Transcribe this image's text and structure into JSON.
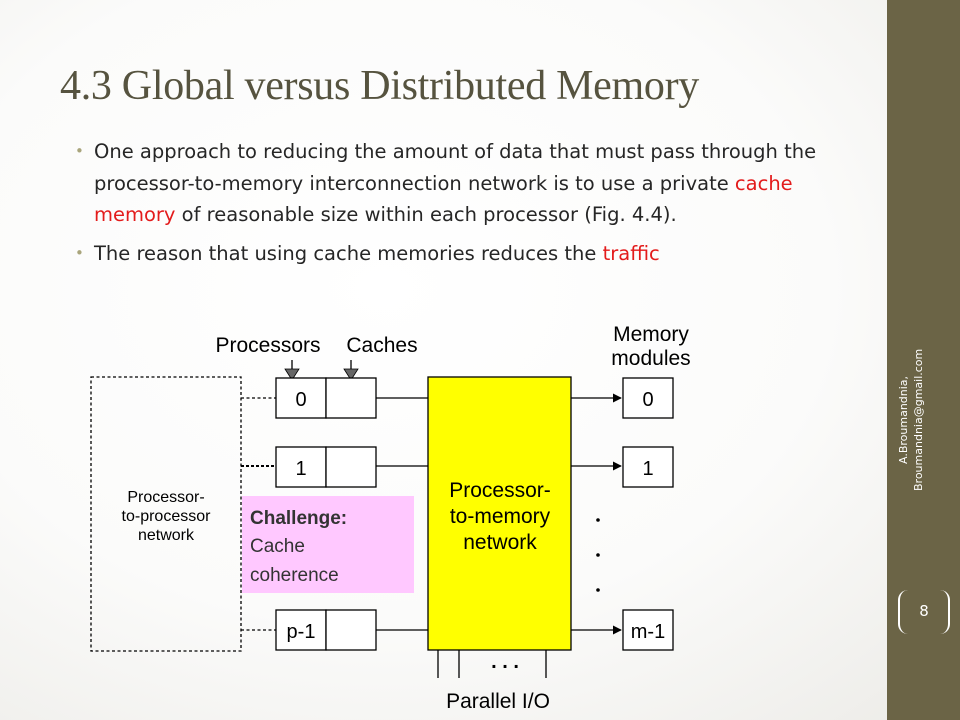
{
  "slide": {
    "title": "4.3  Global versus Distributed Memory",
    "bullets": [
      {
        "pre": "One approach to reducing the amount of data that must pass through the processor-to-memory  interconnection network is to use a private ",
        "highlight": "cache memory",
        "post": " of reasonable size within each processor  (Fig. 4.4)."
      },
      {
        "pre": "The reason that using cache memories reduces the ",
        "highlight": "traffic",
        "post": ""
      }
    ],
    "author_line1": "A.Broumandnia,",
    "author_line2": "Broumandnia@gmail.com",
    "page_number": "8"
  },
  "diagram": {
    "label_processors": "Processors",
    "label_caches": "Caches",
    "label_memory_line1": "Memory",
    "label_memory_line2": "modules",
    "p2p_line1": "Processor-",
    "p2p_line2": "to-processor",
    "p2p_line3": "network",
    "p2m_line1": "Processor-",
    "p2m_line2": "to-memory",
    "p2m_line3": "network",
    "proc_0": "0",
    "proc_1": "1",
    "proc_last": "p-1",
    "mem_0": "0",
    "mem_1": "1",
    "mem_last": "m-1",
    "challenge_title": "Challenge:",
    "challenge_line1": "Cache",
    "challenge_line2": "coherence",
    "parallel_io": "Parallel I/O",
    "ellipsis": ". . .",
    "colors": {
      "network_fill": "#ffff00",
      "challenge_fill": "#ffc8ff",
      "sidebar": "#6b6446",
      "title": "#56533f",
      "highlight": "#e31b1b"
    }
  }
}
